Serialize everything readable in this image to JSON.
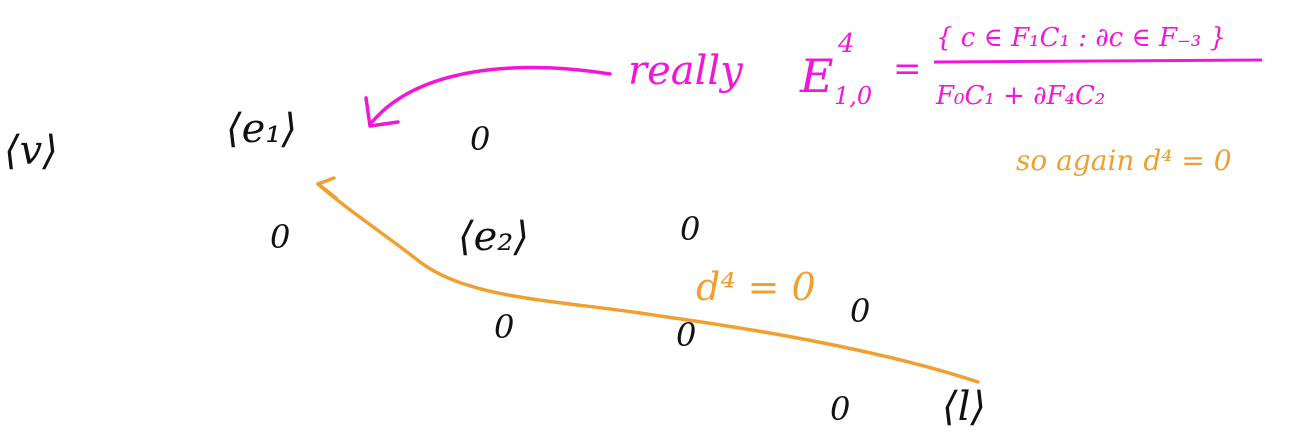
{
  "colors": {
    "ink": "#111111",
    "magenta": "#f018d8",
    "orange": "#f0a030",
    "background": "#ffffff"
  },
  "entries": {
    "v": "⟨v⟩",
    "e1": "⟨e₁⟩",
    "e2": "⟨e₂⟩",
    "l": "⟨l⟩",
    "zero": "0"
  },
  "annotations": {
    "really": "really",
    "E_base": "E",
    "E_sup": "4",
    "E_sub": "1,0",
    "equals": "=",
    "numerator": "{ c ∈ F₁C₁ : ∂c ∈ F₋₃ }",
    "denominator": "F₀C₁ + ∂F₄C₂",
    "so_again": "so again d⁴ = 0",
    "d4_zero": "d⁴ = 0"
  }
}
